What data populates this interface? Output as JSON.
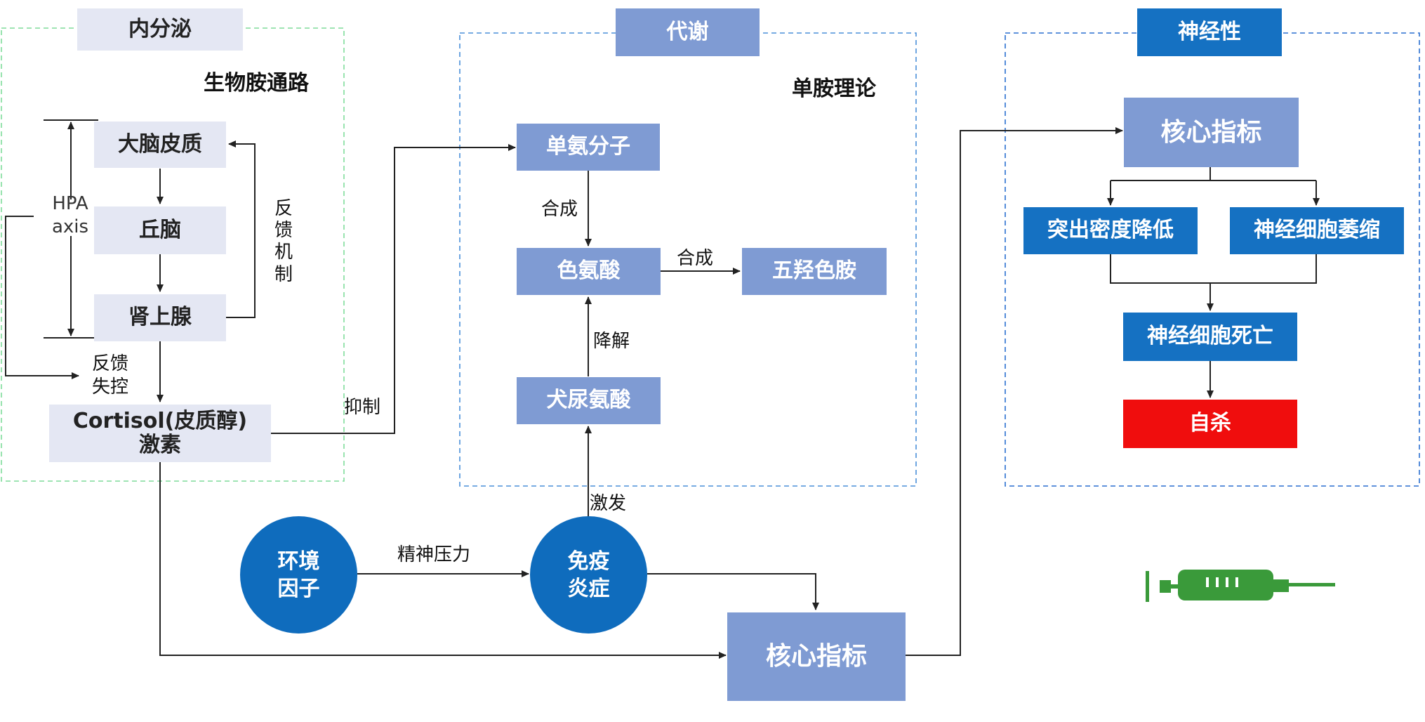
{
  "sections": {
    "endocrine": "内分泌",
    "metabolism": "代谢",
    "neural": "神经性"
  },
  "subtitles": {
    "biogenic_amine": "生物胺通路",
    "monoamine": "单胺理论"
  },
  "hpa": {
    "axis_label": "HPA\naxis",
    "cortex": "大脑皮质",
    "hypothalamus": "丘脑",
    "adrenal": "肾上腺",
    "feedback_mechanism": "反\n馈\n机\n制",
    "feedback_loss": "反馈\n失控",
    "cortisol": "Cortisol(皮质醇)\n激素"
  },
  "metabolism": {
    "monoamine_molecule": "单氨分子",
    "tryptophan": "色氨酸",
    "serotonin": "五羟色胺",
    "kynurenine": "犬尿氨酸",
    "synthesis_1": "合成",
    "synthesis_2": "合成",
    "degradation": "降解"
  },
  "flows": {
    "inhibit": "抑制",
    "trigger": "激发",
    "mental_stress": "精神压力"
  },
  "circles": {
    "environment": "环境\n因子",
    "immune": "免疫\n炎症"
  },
  "core_bottom": "核心指标",
  "neural": {
    "core": "核心指标",
    "prominence": "突出密度降低",
    "atrophy": "神经细胞萎缩",
    "death": "神经细胞死亡",
    "suicide": "自杀"
  },
  "colors": {
    "pale_box": "#e4e7f3",
    "mid_box": "#7f9bd3",
    "deep_box": "#1571c2",
    "alert_red": "#f00d0d",
    "endocrine_border": "#7fdc9a",
    "dashed_blue": "#4a8fd8",
    "syringe_green": "#3a9a3a"
  },
  "icons": {
    "syringe": "syringe-icon"
  }
}
